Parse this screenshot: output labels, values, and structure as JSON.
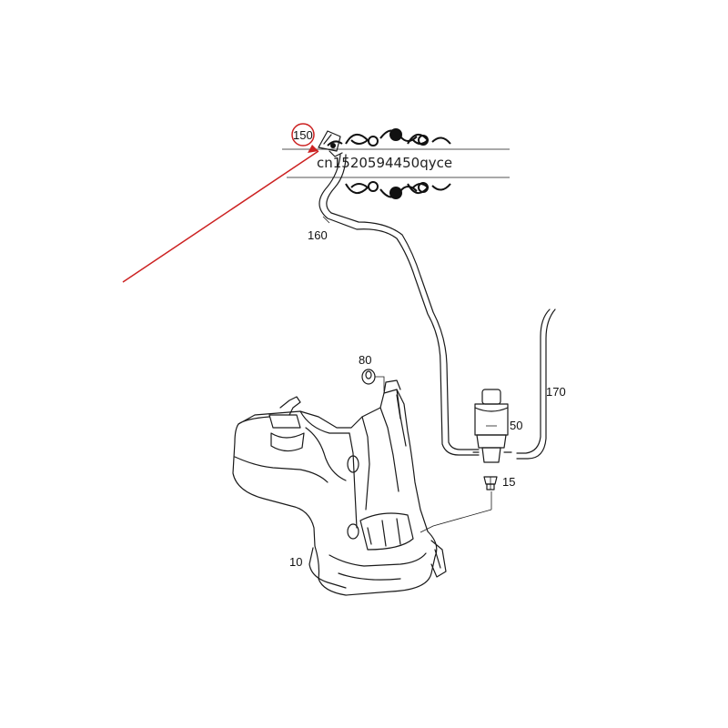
{
  "diagram": {
    "parts": [
      {
        "id": "10",
        "label": "10"
      },
      {
        "id": "15",
        "label": "15"
      },
      {
        "id": "50",
        "label": "50"
      },
      {
        "id": "80",
        "label": "80"
      },
      {
        "id": "150",
        "label": "150"
      },
      {
        "id": "160",
        "label": "160"
      },
      {
        "id": "170",
        "label": "170"
      }
    ],
    "highlighted_part": "150",
    "watermark": "cn1520594450qyce",
    "colors": {
      "line": "#1a1a1a",
      "highlight": "#cc2222",
      "background": "#ffffff"
    }
  }
}
